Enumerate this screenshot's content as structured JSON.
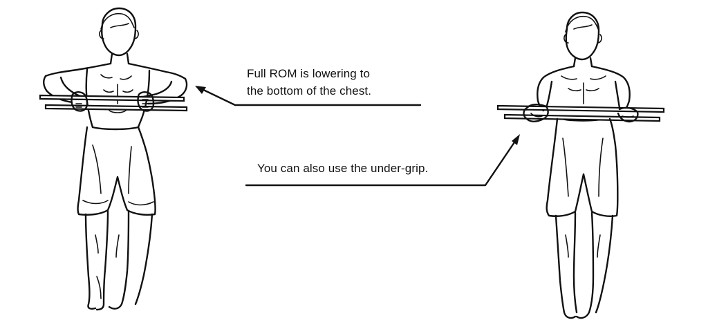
{
  "annotations": {
    "rom": {
      "line1": "Full ROM is lowering to",
      "line2": "the bottom of the chest."
    },
    "under_grip": {
      "text": "You can also use the under-grip."
    }
  },
  "colors": {
    "ink": "#111111",
    "background": "#ffffff"
  },
  "figures": [
    {
      "pose": "dip-bottom-overhand-grip"
    },
    {
      "pose": "dip-top-under-grip"
    }
  ]
}
